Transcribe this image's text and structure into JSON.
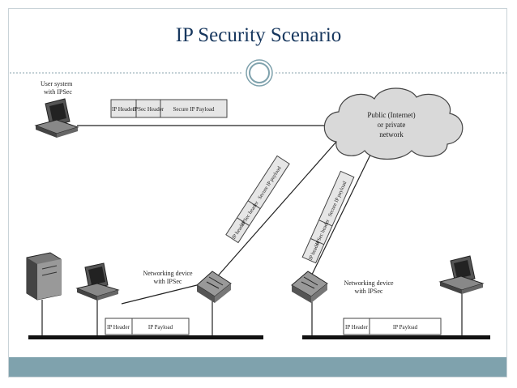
{
  "title": "IP Security Scenario",
  "diagram": {
    "user_system_label": [
      "User system",
      "with IPSec"
    ],
    "cloud_label": [
      "Public (Internet)",
      "or private",
      "network"
    ],
    "top_packet": [
      "IP Header",
      "IPSec Header",
      "Secure IP Payload"
    ],
    "left_device_label": [
      "Networking device",
      "with IPSec"
    ],
    "right_device_label": [
      "Networking device",
      "with IPSec"
    ],
    "left_diag_packet": [
      "IP header",
      "IPSec header",
      "Secure IP payload"
    ],
    "right_diag_packet": [
      "IP header",
      "IPSec header",
      "Secure IP payload"
    ],
    "left_lan_packet": [
      "IP Header",
      "IP Payload"
    ],
    "right_lan_packet": [
      "IP Header",
      "IP Payload"
    ]
  }
}
